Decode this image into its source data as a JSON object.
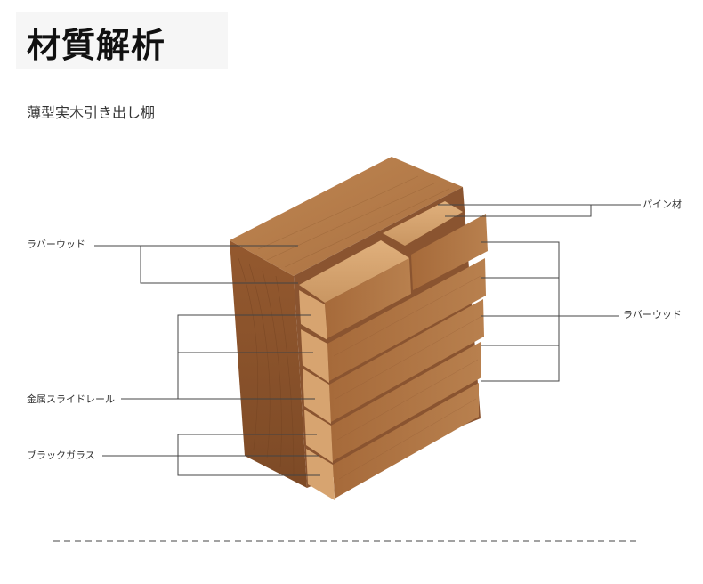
{
  "header": {
    "title": "材質解析",
    "subtitle": "薄型実木引き出し棚"
  },
  "callouts": {
    "rubber_wood_left": "ラバーウッド",
    "pine_wood": "パイン材",
    "rubber_wood_right": "ラバーウッド",
    "metal_rail": "金属スライドレール",
    "black_glass": "ブラックガラス"
  },
  "colors": {
    "wood_light": "#b57a48",
    "wood_mid": "#9b6336",
    "wood_dark": "#7a4a26",
    "leader_line": "#444444"
  }
}
